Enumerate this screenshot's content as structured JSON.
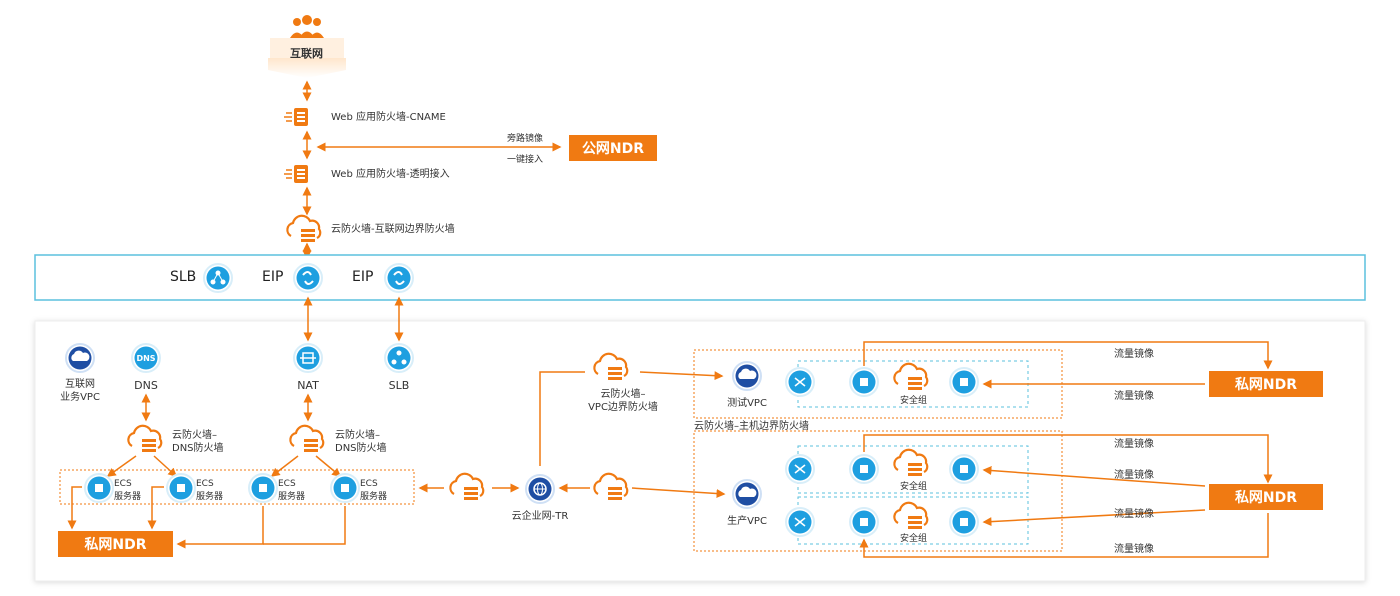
{
  "internet": {
    "label": "互联网"
  },
  "waf": {
    "cname": "Web 应用防火墙-CNAME",
    "transparent": "Web 应用防火墙-透明接入"
  },
  "mirror_link": {
    "bypass": "旁路镜像",
    "oneclick": "一键接入"
  },
  "public_ndr": "公网NDR",
  "cfw_internet": "云防火墙-互联网边界防火墙",
  "edge": {
    "slb": "SLB",
    "eip1": "EIP",
    "eip2": "EIP"
  },
  "vpc_left": {
    "internet_vpc": [
      "互联网",
      "业务VPC"
    ],
    "dns": "DNS",
    "nat": "NAT",
    "slb": "SLB",
    "cfw_dns1": [
      "云防火墙–",
      "DNS防火墙"
    ],
    "cfw_dns2": [
      "云防火墙–",
      "DNS防火墙"
    ],
    "ecs": [
      [
        "ECS",
        "服务器"
      ],
      [
        "ECS",
        "服务器"
      ],
      [
        "ECS",
        "服务器"
      ],
      [
        "ECS",
        "服务器"
      ]
    ],
    "private_ndr": "私网NDR"
  },
  "tr": {
    "label": "云企业网-TR",
    "cfw_vpc": [
      "云防火墙–",
      "VPC边界防火墙"
    ]
  },
  "right": {
    "test_vpc": "测试VPC",
    "prod_vpc": "生产VPC",
    "security_group": [
      "安全组",
      "安全组",
      "安全组"
    ],
    "host_fw": "云防火墙–主机边界防火墙",
    "flow_mirror": [
      "流量镜像",
      "流量镜像",
      "流量镜像",
      "流量镜像",
      "流量镜像",
      "流量镜像"
    ],
    "private_ndr_1": "私网NDR",
    "private_ndr_2": "私网NDR"
  },
  "colors": {
    "orange": "#f07a12",
    "blue": "#1e9fe0",
    "navy": "#1f4ea3",
    "teal_border": "#5bc0de"
  }
}
